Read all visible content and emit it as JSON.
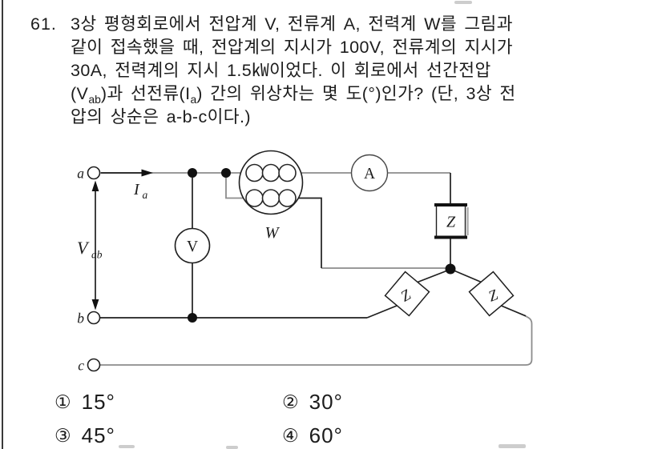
{
  "question": {
    "number": "61.",
    "line1": "3상 평형회로에서 전압계 V, 전류계 A, 전력계 W를 그림과",
    "line2": "같이 접속했을 때, 전압계의 지시가 100V, 전류계의 지시가",
    "line3": "30A, 전력계의 지시 1.5㎾이었다. 이 회로에서 선간전압",
    "line4_seg1": "(V",
    "line4_sub1": "ab",
    "line4_seg2": ")과 선전류(I",
    "line4_sub2": "a",
    "line4_seg3": ") 간의 위상차는 몇 도(°)인가? (단, 3상 전",
    "line5": "압의 상순은 a-b-c이다.)"
  },
  "circuit": {
    "terminal_a": "a",
    "terminal_b": "b",
    "terminal_c": "c",
    "line_voltage_main": "V",
    "line_voltage_sub": "ab",
    "line_current_main": "I",
    "line_current_sub": "a",
    "voltmeter": "V",
    "ammeter": "A",
    "wattmeter": "W",
    "impedance_a": "Z",
    "impedance_b": "Z",
    "impedance_c": "Z"
  },
  "choices": [
    {
      "marker": "①",
      "label": "15°"
    },
    {
      "marker": "②",
      "label": "30°"
    },
    {
      "marker": "③",
      "label": "45°"
    },
    {
      "marker": "④",
      "label": "60°"
    }
  ]
}
